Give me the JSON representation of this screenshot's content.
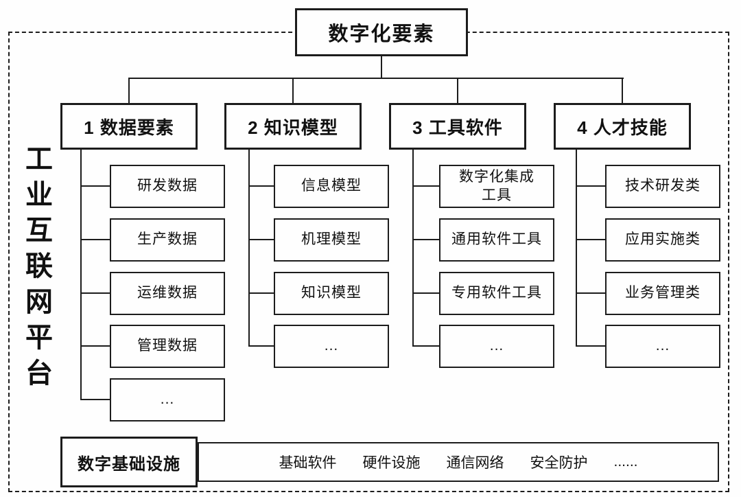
{
  "root": {
    "label": "数字化要素"
  },
  "platform_label": "工业互联网平台",
  "branches": [
    {
      "label": "1 数据要素",
      "children": [
        "研发数据",
        "生产数据",
        "运维数据",
        "管理数据",
        "..."
      ]
    },
    {
      "label": "2 知识模型",
      "children": [
        "信息模型",
        "机理模型",
        "知识模型",
        "..."
      ]
    },
    {
      "label": "3 工具软件",
      "children": [
        "数字化集成\n工具",
        "通用软件工具",
        "专用软件工具",
        "..."
      ]
    },
    {
      "label": "4 人才技能",
      "children": [
        "技术研发类",
        "应用实施类",
        "业务管理类",
        "..."
      ]
    }
  ],
  "infrastructure": {
    "label": "数字基础设施",
    "items": [
      "基础软件",
      "硬件设施",
      "通信网络",
      "安全防护",
      "......"
    ]
  },
  "colors": {
    "line": "#1c1c1c",
    "background": "#fefefe"
  }
}
